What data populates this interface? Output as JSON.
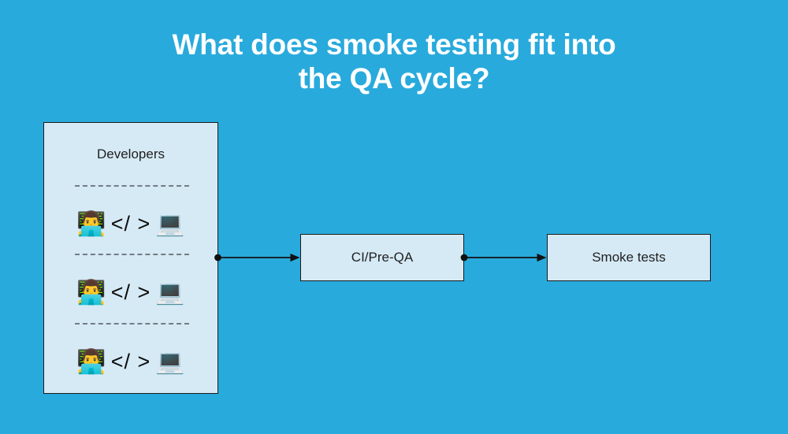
{
  "slide": {
    "background_color": "#29aadc",
    "title": {
      "line1": "What does smoke testing fit into",
      "line2": "the QA cycle?"
    }
  },
  "diagram": {
    "type": "flow",
    "node_fill_color": "#d6eaf5",
    "node_border_color": "#1a1a1a",
    "text_color": "#1f1f1f",
    "developers": {
      "label": "Developers",
      "rows": [
        {
          "person_icon": "technologist-emoji",
          "person_glyph": "👨‍💻",
          "code_text": "</ >",
          "laptop_icon": "laptop-emoji",
          "laptop_glyph": "💻"
        },
        {
          "person_icon": "technologist-emoji",
          "person_glyph": "👨‍💻",
          "code_text": "</ >",
          "laptop_icon": "laptop-emoji",
          "laptop_glyph": "💻"
        },
        {
          "person_icon": "technologist-emoji",
          "person_glyph": "👨‍💻",
          "code_text": "</ >",
          "laptop_icon": "laptop-emoji",
          "laptop_glyph": "💻"
        }
      ]
    },
    "nodes": [
      {
        "id": "ci-pre-qa",
        "label": "CI/Pre-QA"
      },
      {
        "id": "smoke-tests",
        "label": "Smoke tests"
      }
    ],
    "edges": [
      {
        "from": "developers",
        "to": "ci-pre-qa",
        "style": "solid-arrow"
      },
      {
        "from": "ci-pre-qa",
        "to": "smoke-tests",
        "style": "solid-arrow"
      }
    ]
  }
}
